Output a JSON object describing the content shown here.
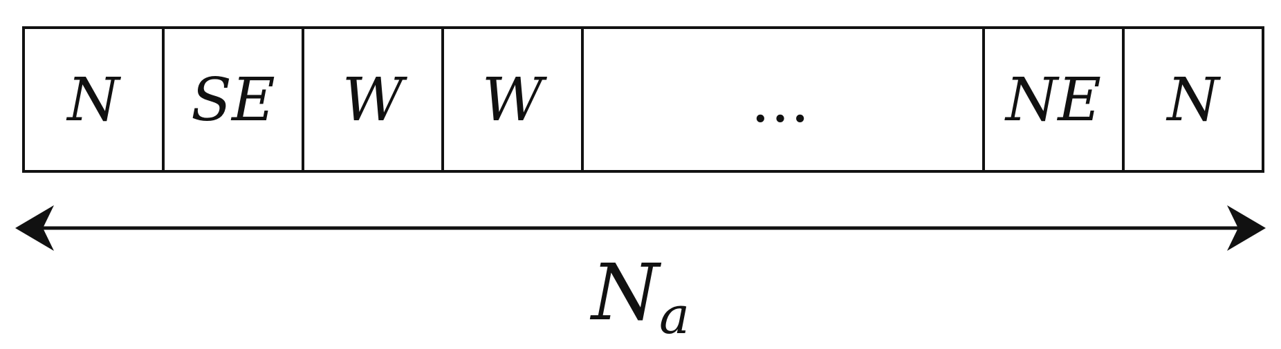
{
  "diagram": {
    "cells": [
      "N",
      "SE",
      "W",
      "W",
      "…",
      "NE",
      "N"
    ],
    "dimension_label": {
      "main": "N",
      "subscript": "a"
    }
  }
}
